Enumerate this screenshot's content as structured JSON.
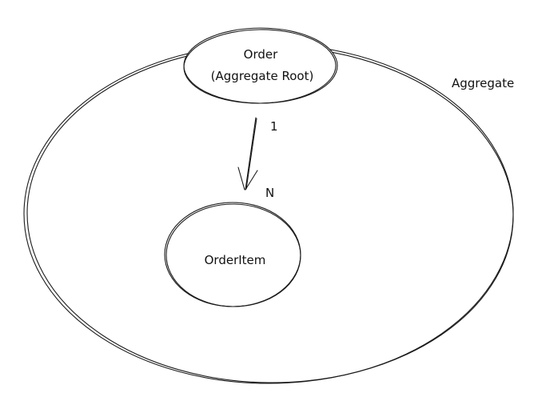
{
  "diagram": {
    "aggregate_label": "Aggregate",
    "root": {
      "line1": "Order",
      "line2": "(Aggregate Root)"
    },
    "child": {
      "label": "OrderItem"
    },
    "relation": {
      "source_cardinality": "1",
      "target_cardinality": "N"
    }
  },
  "colors": {
    "stroke": "#1a1a1a",
    "background": "#ffffff"
  }
}
